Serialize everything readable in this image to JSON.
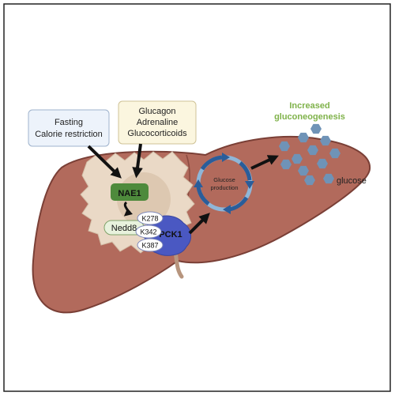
{
  "inputs": {
    "fasting": {
      "line1": "Fasting",
      "line2": "Calorie restriction"
    },
    "hormones": {
      "line1": "Glucagon",
      "line2": "Adrenaline",
      "line3": "Glucocorticoids"
    }
  },
  "proteins": {
    "nae1": "NAE1",
    "nedd8": "Nedd8",
    "pck1": "PCK1",
    "lysines": [
      "K278",
      "K342",
      "K387"
    ]
  },
  "cycle": {
    "line1": "Glucose",
    "line2": "production"
  },
  "outcome": {
    "line1": "Increased",
    "line2": "gluconeogenesis",
    "glucose_label": "glucose"
  },
  "colors": {
    "liver": "#b26a5c",
    "liver_dark": "#7a3f36",
    "hepatocyte": "#ead9c6",
    "nae1": "#4e8a3c",
    "nedd8": "#e8f2dd",
    "pck1": "#4a58c2",
    "glucose": "#6f93b7",
    "outcome_text": "#7fb24a",
    "fasting_box": "#edf3fb",
    "hormone_box": "#fbf6df"
  }
}
